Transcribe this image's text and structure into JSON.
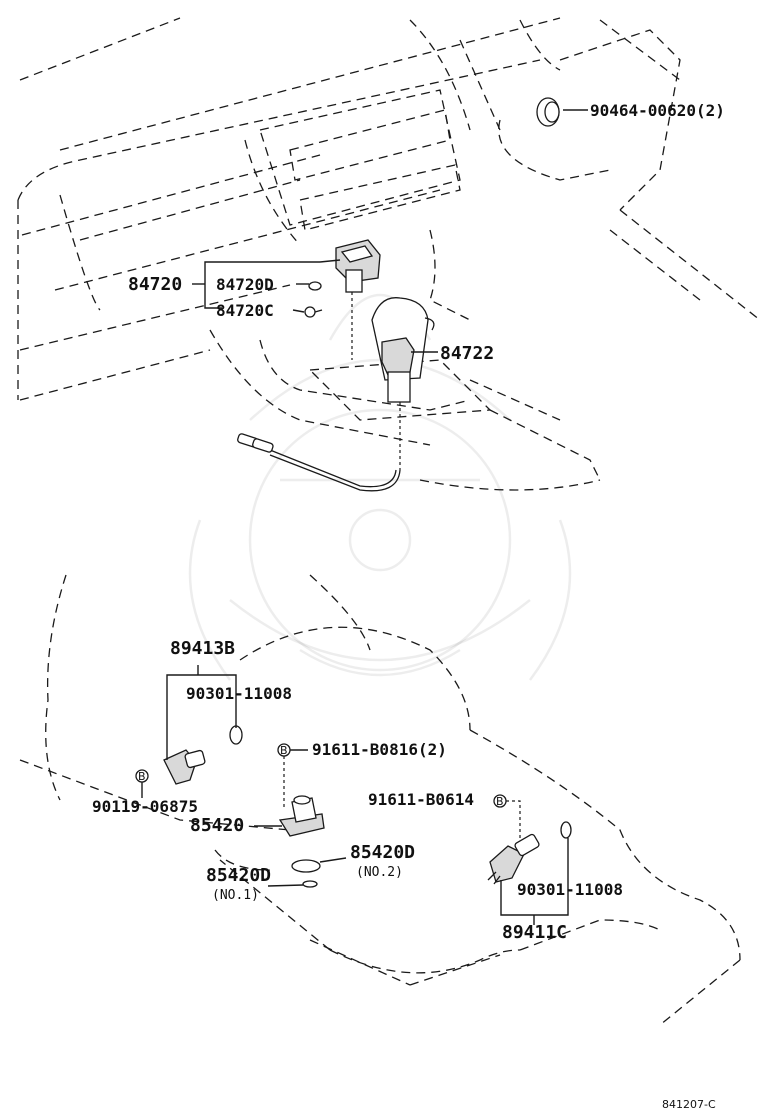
{
  "diagram": {
    "figure_code": "841207-C",
    "upper_labels": {
      "grommet": "90464-00620(2)",
      "switch_assy": "84720",
      "switch_d": "84720D",
      "switch_c": "84720C",
      "knob_switch": "84722"
    },
    "lower_labels": {
      "sensor_b": "89413B",
      "oring_b": "90301-11008",
      "bolt_b": "90119-06875",
      "bolt_mid": "91611-B0816(2)",
      "speed_sensor": "85420",
      "gasket_no2": "85420D",
      "gasket_no2_note": "(NO.2)",
      "gasket_no1": "85420D",
      "gasket_no1_note": "(NO.1)",
      "bolt_c": "91611-B0614",
      "oring_c": "90301-11008",
      "sensor_c": "89411C"
    },
    "bolt_symbol": "B"
  }
}
